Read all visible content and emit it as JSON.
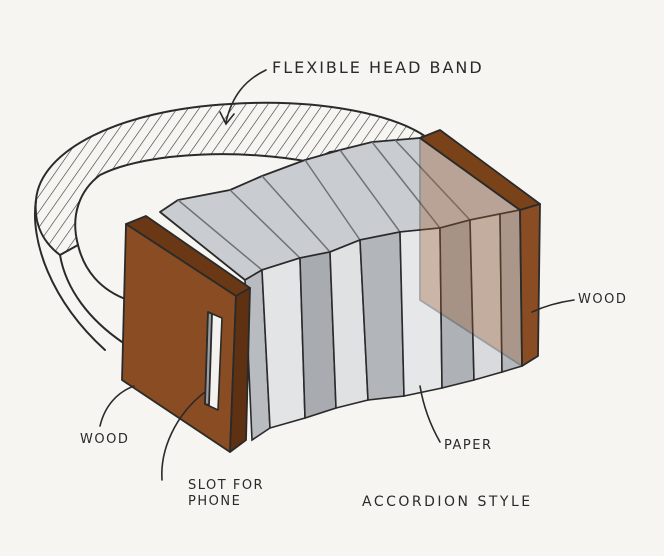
{
  "labels": {
    "head_band": "FLEXIBLE HEAD BAND",
    "wood_right": "WOOD",
    "wood_left": "WOOD",
    "paper": "PAPER",
    "slot_line1": "SLOT FOR",
    "slot_line2": "PHONE",
    "style": "ACCORDION STYLE"
  },
  "colors": {
    "wood": "#8a4c22",
    "wood_dark": "#6b3815",
    "paper": "#c9ccd0",
    "paper_light": "#e4e6e8",
    "paper_dark": "#9ea2a7",
    "ink": "#2a2a2a"
  }
}
